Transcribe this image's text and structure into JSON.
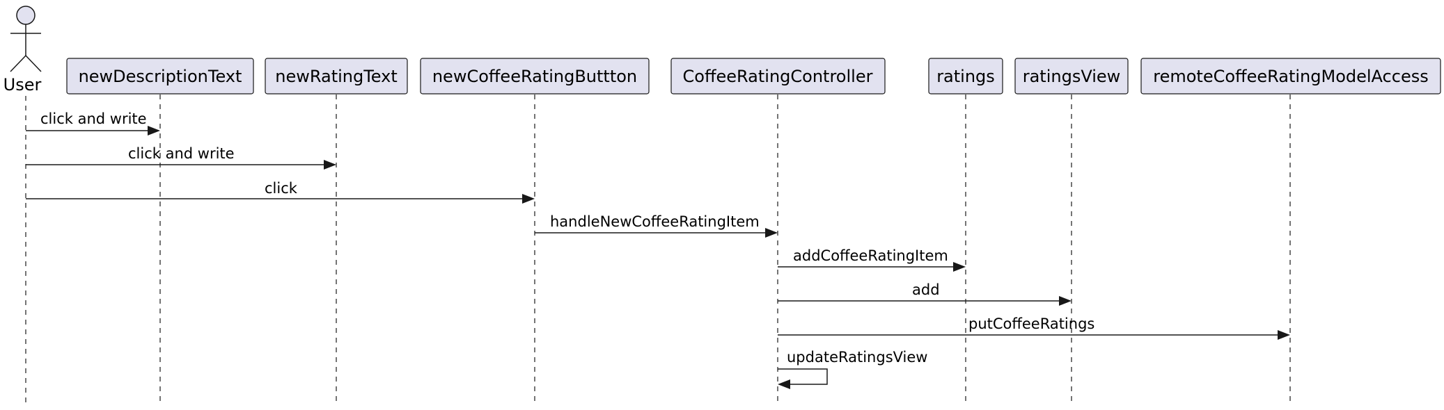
{
  "diagram": {
    "type": "sequence",
    "colors": {
      "participant_fill": "#e2e2f0",
      "line": "#181818",
      "text": "#000000",
      "background": "#ffffff"
    },
    "actor": {
      "name": "User"
    },
    "participants": [
      {
        "id": "desc",
        "label": "newDescriptionText"
      },
      {
        "id": "rating",
        "label": "newRatingText"
      },
      {
        "id": "button",
        "label": "newCoffeeRatingButtton"
      },
      {
        "id": "controller",
        "label": "CoffeeRatingController"
      },
      {
        "id": "ratings",
        "label": "ratings"
      },
      {
        "id": "view",
        "label": "ratingsView"
      },
      {
        "id": "remote",
        "label": "remoteCoffeeRatingModelAccess"
      }
    ],
    "messages": [
      {
        "from": "user",
        "to": "desc",
        "label": "click and write"
      },
      {
        "from": "user",
        "to": "rating",
        "label": "click and write"
      },
      {
        "from": "user",
        "to": "button",
        "label": "click"
      },
      {
        "from": "button",
        "to": "controller",
        "label": "handleNewCoffeeRatingItem"
      },
      {
        "from": "controller",
        "to": "ratings",
        "label": "addCoffeeRatingItem"
      },
      {
        "from": "controller",
        "to": "view",
        "label": "add"
      },
      {
        "from": "controller",
        "to": "remote",
        "label": "putCoffeeRatings"
      },
      {
        "from": "controller",
        "to": "controller",
        "label": "updateRatingsView"
      }
    ]
  }
}
